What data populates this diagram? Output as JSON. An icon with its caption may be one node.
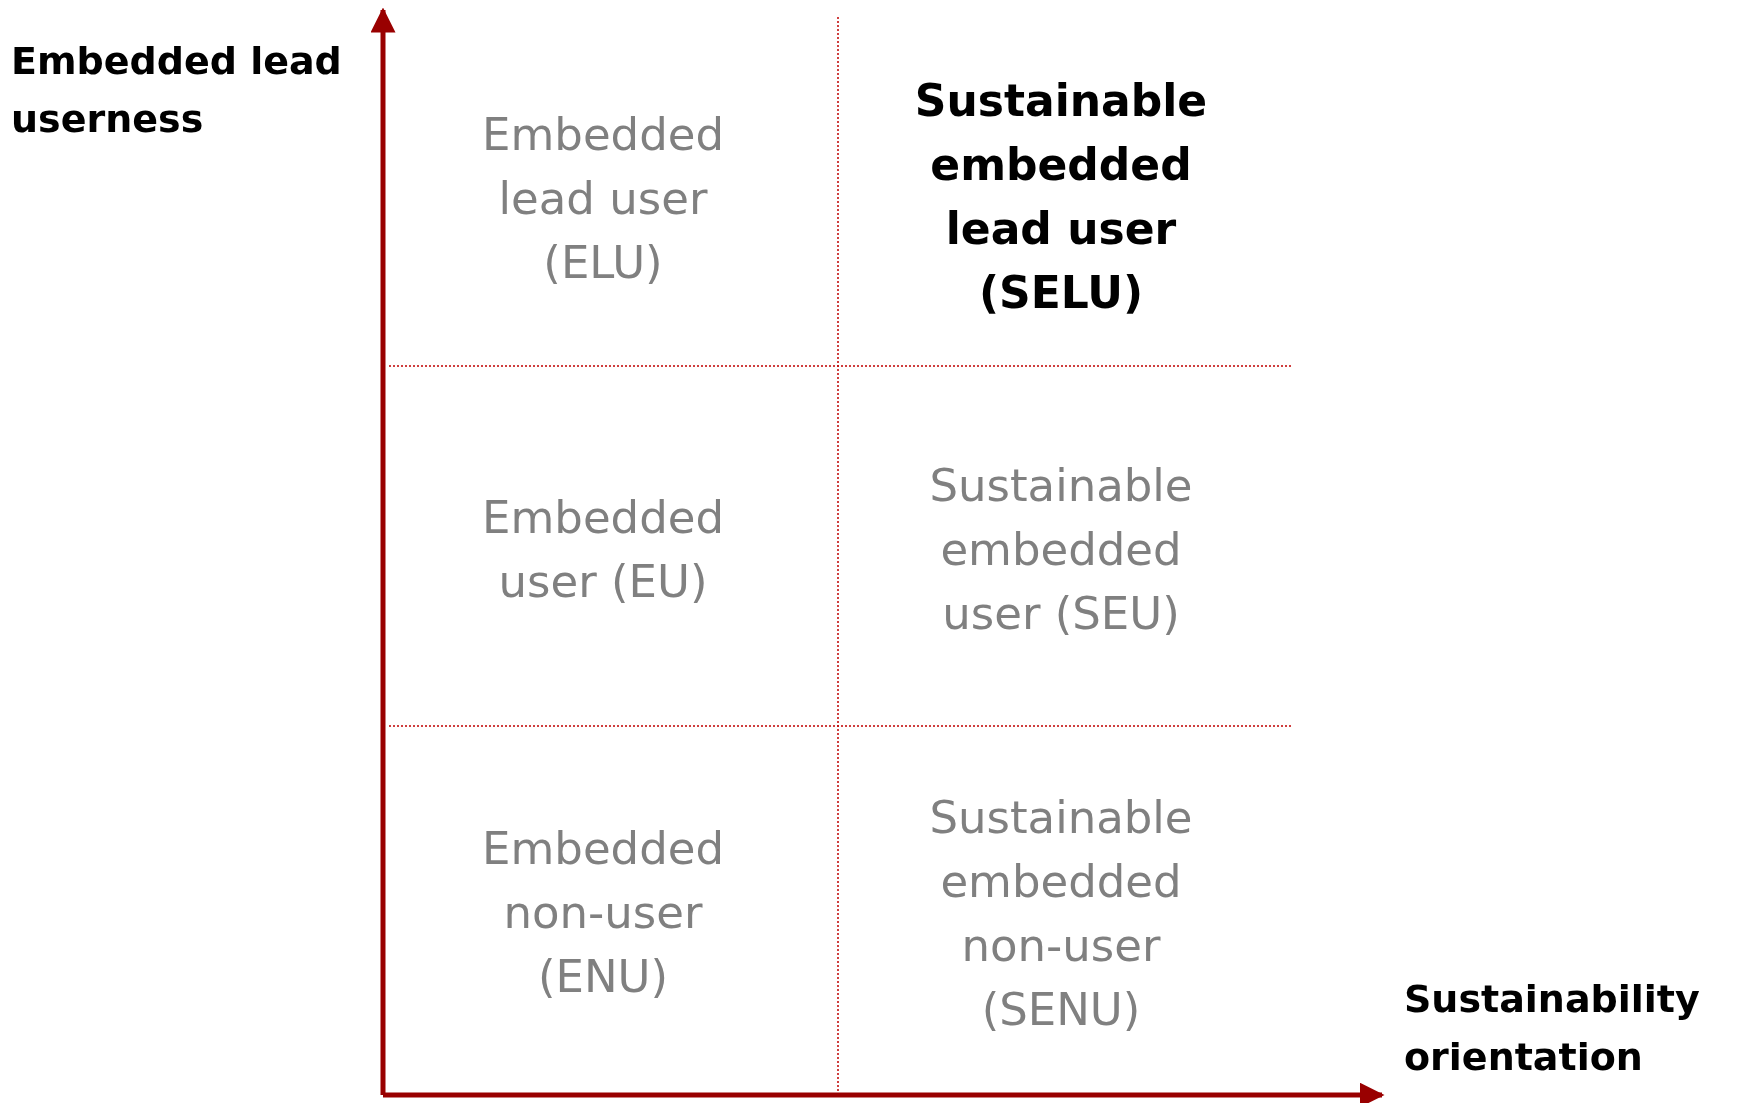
{
  "diagram": {
    "labels": [
      "Embedded lead userness",
      "Embedded lead user (ELU)",
      "Sustainable embedded lead user (SELU)",
      "Embedded user (EU)",
      "Sustainable embedded user (SEU)",
      "Embedded non-user (ENU)",
      "Sustainable embedded non-user (SENU)",
      "Sustainability orientation"
    ]
  }
}
